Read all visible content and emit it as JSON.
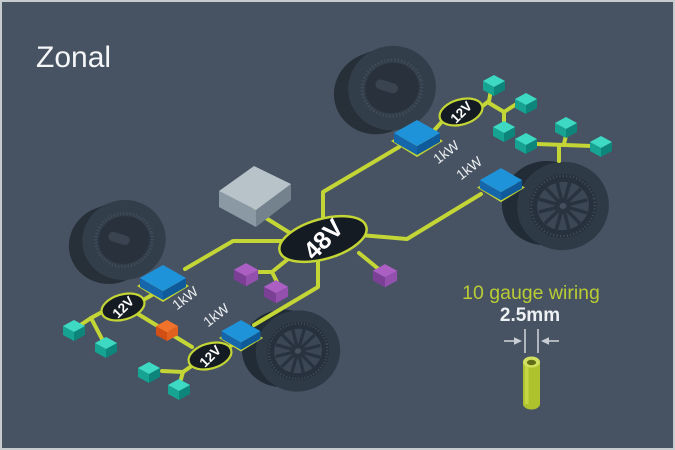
{
  "title": "Zonal",
  "architecture": {
    "main_bus": {
      "label": "48V"
    },
    "zone_hub_front": {
      "label": "12V"
    },
    "zone_hub_rear_left": {
      "label": "12V"
    },
    "zone_hub_rear_center": {
      "label": "12V"
    },
    "converter_front": {
      "label": "1kW"
    },
    "converter_right": {
      "label": "1kW"
    },
    "converter_rear_left": {
      "label": "1kW"
    },
    "converter_rear_center": {
      "label": "1kW"
    }
  },
  "callout": {
    "title": "10 gauge wiring",
    "dimension": "2.5mm"
  },
  "colors": {
    "background": "#475363",
    "frame": "#c8cbce",
    "wire": "#c3d636",
    "callout_text": "#b9cc34",
    "hub_fill": "#151b22",
    "converter_blue": "#1f93da",
    "load_teal": "#37d6c0",
    "load_purple": "#a85cc0",
    "load_orange": "#f1722b",
    "ecu_gray": "#b7c2c9",
    "text": "#ffffff"
  }
}
